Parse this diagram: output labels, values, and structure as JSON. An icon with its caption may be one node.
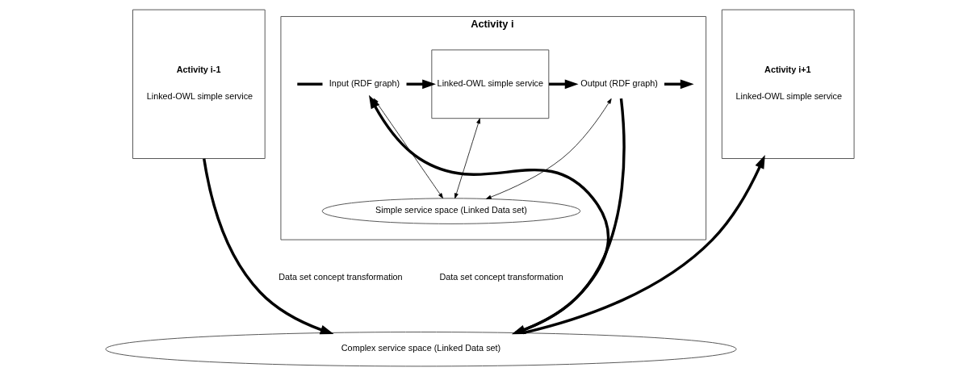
{
  "diagram": {
    "nodes": [
      {
        "text": [
          "Activity i-1",
          "Linked-OWL simple service"
        ]
      },
      {
        "text": [
          "Activity i"
        ]
      },
      {
        "text": [
          "Input (RDF graph)"
        ],
        "in": 1
      },
      {
        "text": [
          "Linked-OWL simple service"
        ],
        "in": 1
      },
      {
        "text": [
          "Output (RDF graph)"
        ],
        "in": 1
      },
      {
        "text": [
          "Simple service space (Linked Data set)"
        ],
        "in": 1
      },
      {
        "text": [
          "Activity i+1",
          "Linked-OWL simple service"
        ]
      },
      {
        "text": [
          "Complex service space (Linked Data set)"
        ]
      }
    ],
    "edges": [
      {
        "from": 0,
        "to": 7,
        "arrow": "to"
      },
      {
        "from": 7,
        "to": 2,
        "arrow": "to"
      },
      {
        "from": null,
        "to": 2,
        "arrow": "none"
      },
      {
        "from": 2,
        "to": 3,
        "arrow": "to"
      },
      {
        "from": 3,
        "to": 4,
        "arrow": "to"
      },
      {
        "from": 4,
        "to": null,
        "arrow": "to"
      },
      {
        "from": 2,
        "to": 5,
        "arrow": "both"
      },
      {
        "from": 3,
        "to": 5,
        "arrow": "both"
      },
      {
        "from": 4,
        "to": 5,
        "arrow": "both"
      },
      {
        "from": 4,
        "to": 7,
        "arrow": "to"
      },
      {
        "from": 7,
        "to": 6,
        "arrow": "to"
      }
    ],
    "labels": [
      "Data set concept transformation",
      "Data set concept transformation"
    ]
  }
}
